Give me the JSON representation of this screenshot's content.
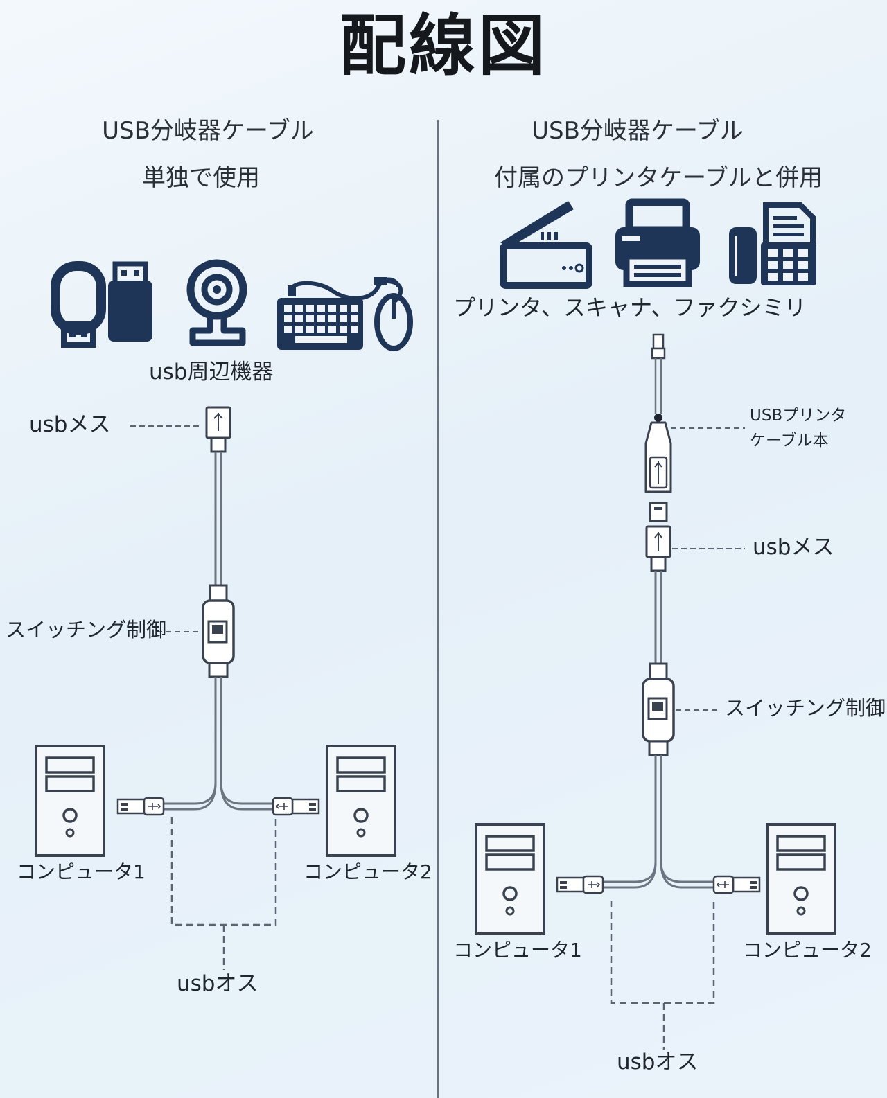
{
  "title": "配線図",
  "left": {
    "heading1": "USB分岐器ケーブル",
    "heading2": "単独で使用",
    "peripherals_label": "usb周辺機器",
    "female_label": "usbメス",
    "switch_label": "スイッチング制御",
    "pc1_label": "コンピュータ1",
    "pc2_label": "コンピュータ2",
    "male_label": "usbオス",
    "icons": [
      "usb-flash-drive-icon",
      "webcam-icon",
      "keyboard-icon",
      "mouse-icon"
    ]
  },
  "right": {
    "heading1": "USB分岐器ケーブル",
    "heading2": "付属のプリンタケーブルと併用",
    "devices_label": "プリンタ、スキャナ、ファクシミリ",
    "printer_cable_label_1": "USBプリンタ",
    "printer_cable_label_2": "ケーブル本",
    "female_label": "usbメス",
    "switch_label": "スイッチング制御",
    "pc1_label": "コンピュータ1",
    "pc2_label": "コンピュータ2",
    "male_label": "usbオス",
    "icons": [
      "scanner-icon",
      "printer-icon",
      "fax-icon"
    ]
  },
  "colors": {
    "icon": "#1e3558",
    "line": "#5a6472",
    "cable": "#6b7480"
  }
}
